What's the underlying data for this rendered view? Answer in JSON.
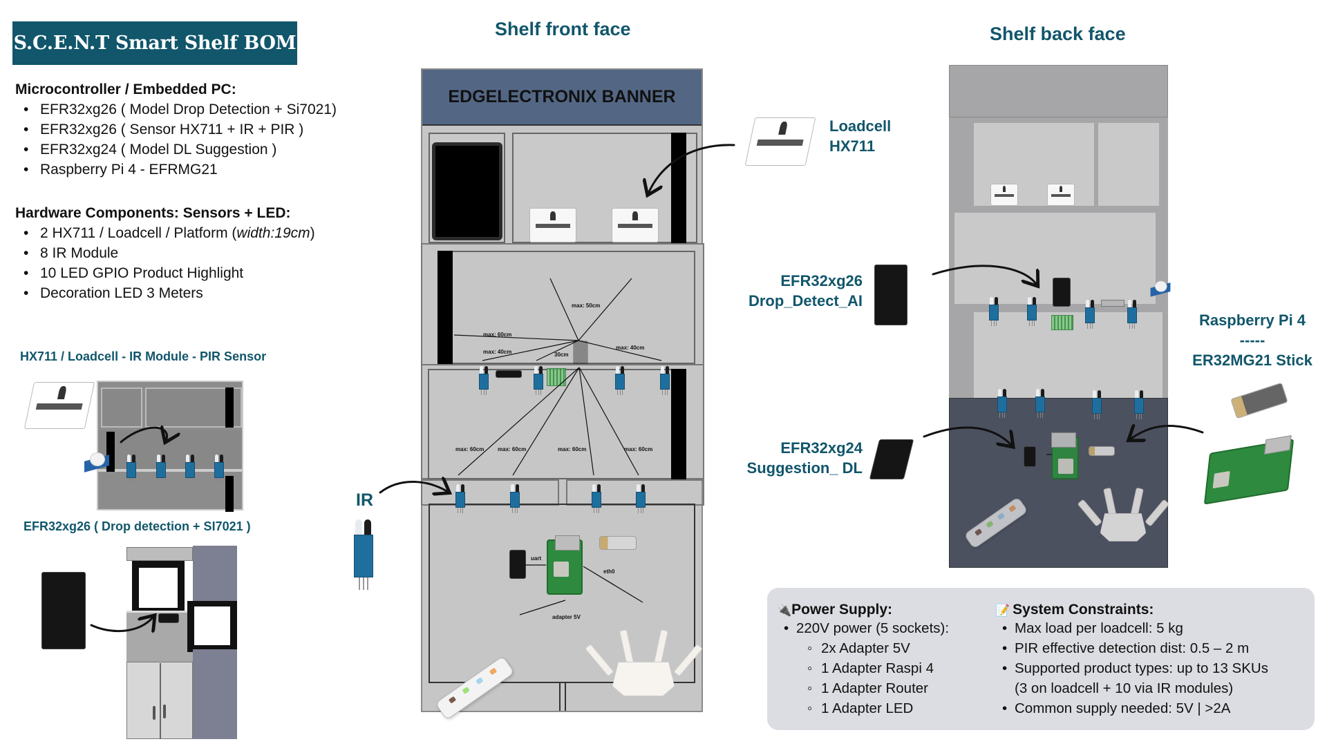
{
  "title": "S.C.E.N.T Smart Shelf  BOM",
  "microcontrollers": {
    "heading": "Microcontroller / Embedded PC:",
    "items": [
      "EFR32xg26 ( Model Drop Detection + Si7021)",
      "EFR32xg26 ( Sensor HX711 + IR + PIR )",
      "EFR32xg24 ( Model DL Suggestion )",
      "Raspberry Pi 4 - EFRMG21"
    ]
  },
  "hardware": {
    "heading": "Hardware Components: Sensors + LED:",
    "items": [
      {
        "text": "2 HX711 / Loadcell / Platform (",
        "italic": "width:19cm",
        "suffix": ")"
      },
      {
        "text": "8 IR Module"
      },
      {
        "text": "10 LED GPIO Product Highlight"
      },
      {
        "text": "Decoration LED 3 Meters"
      }
    ]
  },
  "captions": {
    "sensors": "HX711 / Loadcell - IR Module - PIR Sensor",
    "drop_detection": "EFR32xg26 ( Drop detection + SI7021 )",
    "ir": "IR"
  },
  "front_face": {
    "heading": "Shelf front face",
    "banner": "EDGELECTRONIX BANNER",
    "measurements": {
      "upper": [
        "max: 50cm",
        "max: 60cm",
        "max: 40cm",
        "30cm",
        "max: 40cm"
      ],
      "lower": [
        "max: 60cm",
        "max: 60cm",
        "max: 60cm",
        "max: 60cm"
      ]
    },
    "connections": {
      "uart": "uart",
      "eth": "eth0",
      "adapter": "adapter 5V"
    }
  },
  "back_face": {
    "heading": "Shelf back face"
  },
  "component_labels": {
    "loadcell": [
      "Loadcell",
      "HX711"
    ],
    "xg26": [
      "EFR32xg26",
      "Drop_Detect_AI"
    ],
    "xg24": [
      "EFR32xg24",
      "Suggestion_ DL"
    ],
    "rpi": [
      "Raspberry Pi 4",
      "-----",
      "ER32MG21 Stick"
    ]
  },
  "power_supply": {
    "icon": "🔌",
    "heading": "Power Supply:",
    "main": "220V power (5 sockets):",
    "subitems": [
      "2x Adapter 5V",
      "1 Adapter Raspi 4",
      "1 Adapter Router",
      "1 Adapter LED"
    ]
  },
  "constraints": {
    "icon": "📝",
    "heading": "System Constraints:",
    "items": [
      "Max load per loadcell: 5 kg",
      "PIR effective detection dist: 0.5 – 2 m",
      "Supported product types: up to 13 SKUs",
      "(3 on loadcell + 10 via IR modules)",
      "Common supply needed: 5V | >2A"
    ]
  },
  "colors": {
    "brand_teal": "#11566b",
    "banner_blue": "#536785",
    "back_dark": "#4c5160",
    "info_bg": "#dcdde2"
  }
}
